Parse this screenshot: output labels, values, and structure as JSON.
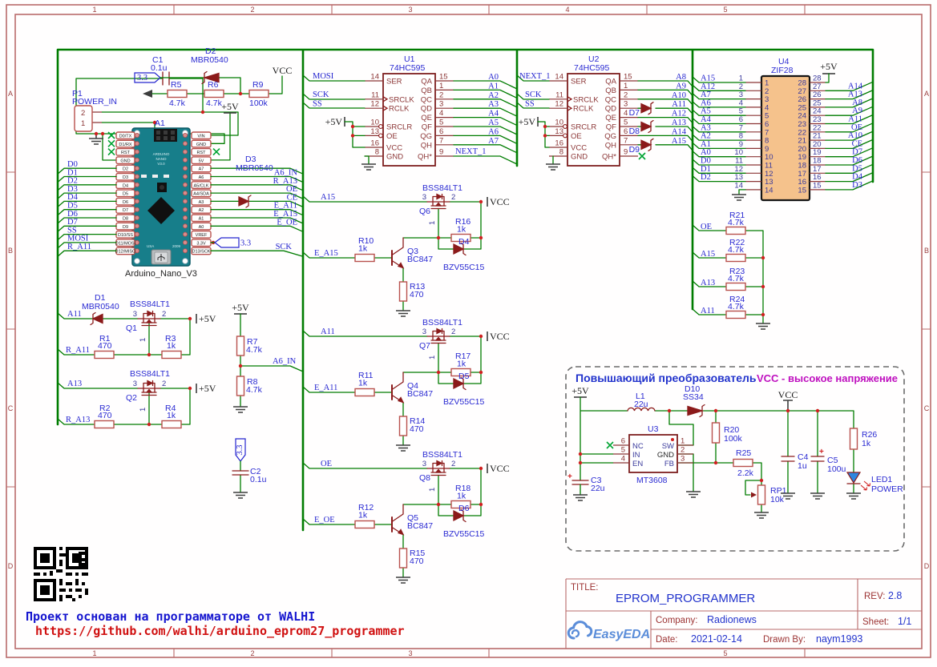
{
  "frame": {
    "cols": [
      "1",
      "2",
      "3",
      "4",
      "5"
    ],
    "rows": [
      "A",
      "B",
      "C",
      "D"
    ]
  },
  "power": {
    "vcc": "VCC",
    "p5v": "+5V",
    "v33": "3.3"
  },
  "topleft": {
    "c1r": "C1",
    "c1v": "0.1u",
    "p1r": "P1",
    "p1n": "POWER_IN",
    "p1p2": "2",
    "p1p1": "1",
    "d2r": "D2",
    "d2v": "MBR0540",
    "r5r": "R5",
    "r5v": "4.7k",
    "r6r": "R6",
    "r6v": "4.7k",
    "r9r": "R9",
    "r9v": "100k",
    "d3r": "D3",
    "d3v": "MBR0540"
  },
  "arduino": {
    "ref": "A1",
    "caption": "Arduino_Nano_V3",
    "left_pins": [
      "D0/TX",
      "D1/RX",
      "RST",
      "GND",
      "D2",
      "D3",
      "D4",
      "D5",
      "D6",
      "D7",
      "D8",
      "D9",
      "D10/SS",
      "D11/MOSI",
      "D12/MISO"
    ],
    "right_pins": [
      "VIN",
      "GND",
      "RST",
      "5V",
      "A7",
      "A6",
      "A5/CLK",
      "A4/SDA",
      "A3",
      "A2",
      "A1",
      "A0",
      "VREF",
      "3.3V",
      "D13/SCK"
    ],
    "left_nets": [
      "D0",
      "D1",
      "D2",
      "D3",
      "D4",
      "D5",
      "D6",
      "D7",
      "SS",
      "MOSI",
      "R_A11"
    ],
    "right_nets": [
      "A6_IN",
      "R_A13",
      "OE",
      "CE",
      "E_A11",
      "E_A15",
      "E_OE"
    ],
    "sck": "SCK",
    "board": [
      "ARDUINO",
      "NANO",
      "V3.0"
    ],
    "usa": "USA",
    "year": "2009"
  },
  "u1": {
    "ref": "U1",
    "part": "74HC595",
    "lnums": [
      "14",
      "11",
      "12",
      "10",
      "13",
      "16",
      "8"
    ],
    "lnames": [
      "SER",
      "SRCLK",
      "RCLK",
      "SRCLR",
      "OE",
      "VCC",
      "GND"
    ],
    "rnames": [
      "QA",
      "QB",
      "QC",
      "QD",
      "QE",
      "QF",
      "QG",
      "QH",
      "QH*"
    ],
    "rnums": [
      "15",
      "1",
      "2",
      "3",
      "4",
      "5",
      "6",
      "7",
      "9"
    ],
    "lnets": [
      "MOSI",
      "SCK",
      "SS"
    ],
    "rnets": [
      "A0",
      "A1",
      "A2",
      "A3",
      "A4",
      "A5",
      "A6",
      "A7"
    ],
    "qhnet": "NEXT_1"
  },
  "u2": {
    "ref": "U2",
    "part": "74HC595",
    "lnums": [
      "14",
      "11",
      "12",
      "10",
      "13",
      "16",
      "8"
    ],
    "lnames": [
      "SER",
      "SRCLK",
      "RCLK",
      "SRCLR",
      "OE",
      "VCC",
      "GND"
    ],
    "rnames": [
      "QA",
      "QB",
      "QC",
      "QD",
      "QE",
      "QF",
      "QG",
      "QH",
      "QH*"
    ],
    "rnums": [
      "15",
      "1",
      "2",
      "3",
      "4",
      "5",
      "6",
      "7",
      "9"
    ],
    "lnets": [
      "NEXT_1",
      "SCK",
      "SS"
    ],
    "rnets": [
      "A8",
      "A9",
      "A10",
      "A11",
      "A12",
      "A13",
      "A14",
      "A15"
    ],
    "dr": [
      "D7",
      "D8",
      "D9"
    ]
  },
  "u4": {
    "ref": "U4",
    "part": "ZIF28",
    "lnums": [
      "1",
      "2",
      "3",
      "4",
      "5",
      "6",
      "7",
      "8",
      "9",
      "10",
      "11",
      "12",
      "13",
      "14"
    ],
    "rnums": [
      "28",
      "27",
      "26",
      "25",
      "24",
      "23",
      "22",
      "21",
      "20",
      "19",
      "18",
      "17",
      "16",
      "15"
    ],
    "lnets": [
      "A15",
      "A12",
      "A7",
      "A6",
      "A5",
      "A4",
      "A3",
      "A2",
      "A1",
      "A0",
      "D0",
      "D1",
      "D2"
    ],
    "rnets": [
      "A14",
      "A13",
      "A8",
      "A9",
      "A11",
      "OE",
      "A10",
      "CE",
      "D7",
      "D6",
      "D5",
      "D4",
      "D3"
    ]
  },
  "pullups": [
    {
      "net": "OE",
      "r": "R21",
      "v": "4.7k"
    },
    {
      "net": "A15",
      "r": "R22",
      "v": "4.7k"
    },
    {
      "net": "A13",
      "r": "R23",
      "v": "4.7k"
    },
    {
      "net": "A11",
      "r": "R24",
      "v": "4.7k"
    }
  ],
  "clusters": [
    {
      "inet": "A15",
      "enet": "E_A15",
      "mos": "BSS84LT1",
      "qp": "Q6",
      "p3": "3",
      "p2": "2",
      "p1": "1",
      "rb": "R10",
      "rbv": "1k",
      "qn": "Q3",
      "qnp": "BC847",
      "re": "R13",
      "rev": "470",
      "rf": "R16",
      "rfv": "1k",
      "dz": "D4",
      "dzp": "BZV55C15"
    },
    {
      "inet": "A11",
      "enet": "E_A11",
      "mos": "BSS84LT1",
      "qp": "Q7",
      "p3": "3",
      "p2": "2",
      "p1": "1",
      "rb": "R11",
      "rbv": "1k",
      "qn": "Q4",
      "qnp": "BC847",
      "re": "R14",
      "rev": "470",
      "rf": "R17",
      "rfv": "1k",
      "dz": "D5",
      "dzp": "BZV55C15"
    },
    {
      "inet": "OE",
      "enet": "E_OE",
      "mos": "BSS84LT1",
      "qp": "Q8",
      "p3": "3",
      "p2": "2",
      "p1": "1",
      "rb": "R12",
      "rbv": "1k",
      "qn": "Q5",
      "qnp": "BC847",
      "re": "R15",
      "rev": "470",
      "rf": "R18",
      "rfv": "1k",
      "dz": "D6",
      "dzp": "BZV55C15"
    }
  ],
  "level": {
    "mos": "BSS84LT1",
    "d1r": "D1",
    "d1v": "MBR0540",
    "p3": "3",
    "p2": "2",
    "p1": "1",
    "g": [
      {
        "inet": "A11",
        "q": "Q1",
        "rnet": "R_A11",
        "ra": "R1",
        "rav": "470",
        "rb": "R3",
        "rbv": "1k"
      },
      {
        "inet": "A13",
        "q": "Q2",
        "rnet": "R_A13",
        "ra": "R2",
        "rav": "470",
        "rb": "R4",
        "rbv": "1k"
      }
    ]
  },
  "divider": {
    "r7": "R7",
    "r7v": "4.7k",
    "r8": "R8",
    "r8v": "4.7k",
    "net": "A6_IN",
    "c2": "C2",
    "c2v": "0.1u"
  },
  "boost": {
    "title": "Повышающий преобразователь",
    "subtitle": "VCC - высокое напряжение",
    "l1": "L1",
    "l1v": "22u",
    "d10": "D10",
    "d10v": "SS34",
    "u3": "U3",
    "u3p": "MT3608",
    "u3ln": [
      "6",
      "5",
      "4"
    ],
    "u3lp": [
      "NC",
      "IN",
      "EN"
    ],
    "u3rn": [
      "1",
      "2",
      "3"
    ],
    "u3rp": [
      "SW",
      "GND",
      "FB"
    ],
    "c3": "C3",
    "c3v": "22u",
    "r20": "R20",
    "r20v": "100k",
    "r25": "R25",
    "r25v": "2.2k",
    "rp1": "RP1",
    "rp1v": "10k",
    "c4": "C4",
    "c4v": "1u",
    "c5": "C5",
    "c5v": "100u",
    "r26": "R26",
    "r26v": "1k",
    "led": "LED1",
    "ledv": "POWER",
    "plus": "+"
  },
  "footer": {
    "line1": "Проект основан на программаторе от WALHI",
    "line2": "https://github.com/walhi/arduino_eprom27_programmer"
  },
  "titleblock": {
    "title_label": "TITLE:",
    "title": "EPROM_PROGRAMMER",
    "rev_label": "REV:",
    "rev": "2.8",
    "company_label": "Company:",
    "company": "Radionews",
    "sheet_label": "Sheet:",
    "sheet": "1/1",
    "date_label": "Date:",
    "date": "2021-02-14",
    "drawn_label": "Drawn By:",
    "drawn": "naym1993",
    "logo": "EasyEDA"
  }
}
